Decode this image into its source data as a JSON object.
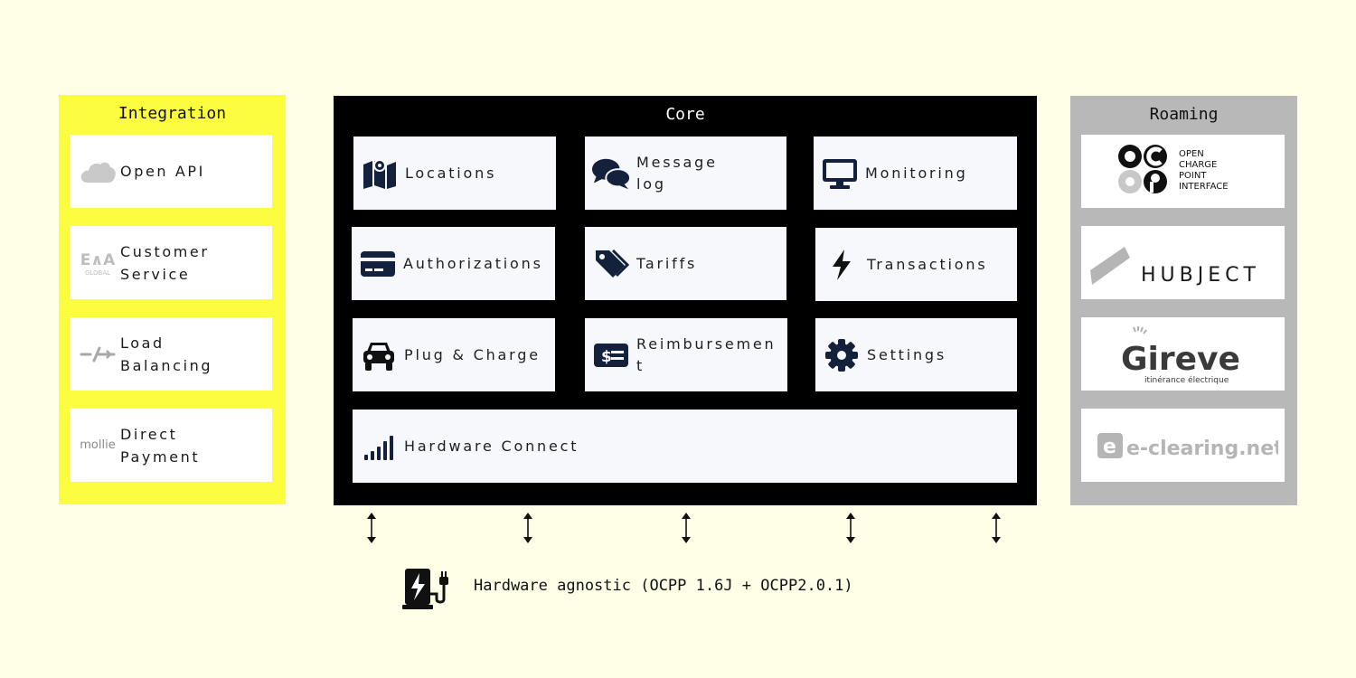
{
  "integration": {
    "title": "Integration",
    "items": [
      {
        "label_line1": "Open API",
        "label_line2": "",
        "icon": "cloud-icon"
      },
      {
        "label_line1": "Customer",
        "label_line2": "Service",
        "icon": "eva-global-logo",
        "logo_text_top": "E∧A",
        "logo_text_bottom": "GLOBAL"
      },
      {
        "label_line1": "Load",
        "label_line2": "Balancing",
        "icon": "load-balancing-logo"
      },
      {
        "label_line1": "Direct",
        "label_line2": "Payment",
        "icon": "mollie-logo",
        "logo_text": "mollie"
      }
    ]
  },
  "core": {
    "title": "Core",
    "items": [
      {
        "label_line1": "Locations",
        "label_line2": "",
        "icon": "map-icon"
      },
      {
        "label_line1": "Message",
        "label_line2": "log",
        "icon": "comments-icon"
      },
      {
        "label_line1": "Monitoring",
        "label_line2": "",
        "icon": "monitor-icon"
      },
      {
        "label_line1": "Authorizations",
        "label_line2": "",
        "icon": "credit-card-icon"
      },
      {
        "label_line1": "Tariffs",
        "label_line2": "",
        "icon": "tags-icon"
      },
      {
        "label_line1": "Transactions",
        "label_line2": "",
        "icon": "bolt-icon"
      },
      {
        "label_line1": "Plug & Charge",
        "label_line2": "",
        "icon": "car-icon"
      },
      {
        "label_line1": "Reimbursemen",
        "label_line2": "t",
        "icon": "money-check-icon"
      },
      {
        "label_line1": "Settings",
        "label_line2": "",
        "icon": "gear-icon"
      },
      {
        "label_line1": "Hardware Connect",
        "label_line2": "",
        "icon": "signal-icon"
      }
    ]
  },
  "roaming": {
    "title": "Roaming",
    "ocpi": {
      "l1": "OPEN",
      "l2": "CHARGE",
      "l3": "POINT",
      "l4": "INTERFACE"
    },
    "hubject": "HUBJECT",
    "gireve": {
      "name": "Gireve",
      "tagline": "itinérance électrique"
    },
    "eclearing": "e-clearing.net"
  },
  "footer": {
    "text": "Hardware agnostic (OCPP 1.6J + OCPP2.0.1)",
    "icon": "ev-charging-station-icon"
  },
  "colors": {
    "background": "#ffffe8",
    "integration": "#fbfd3e",
    "core": "#000000",
    "roaming": "#b8b8b8",
    "icon_navy": "#14213d"
  }
}
